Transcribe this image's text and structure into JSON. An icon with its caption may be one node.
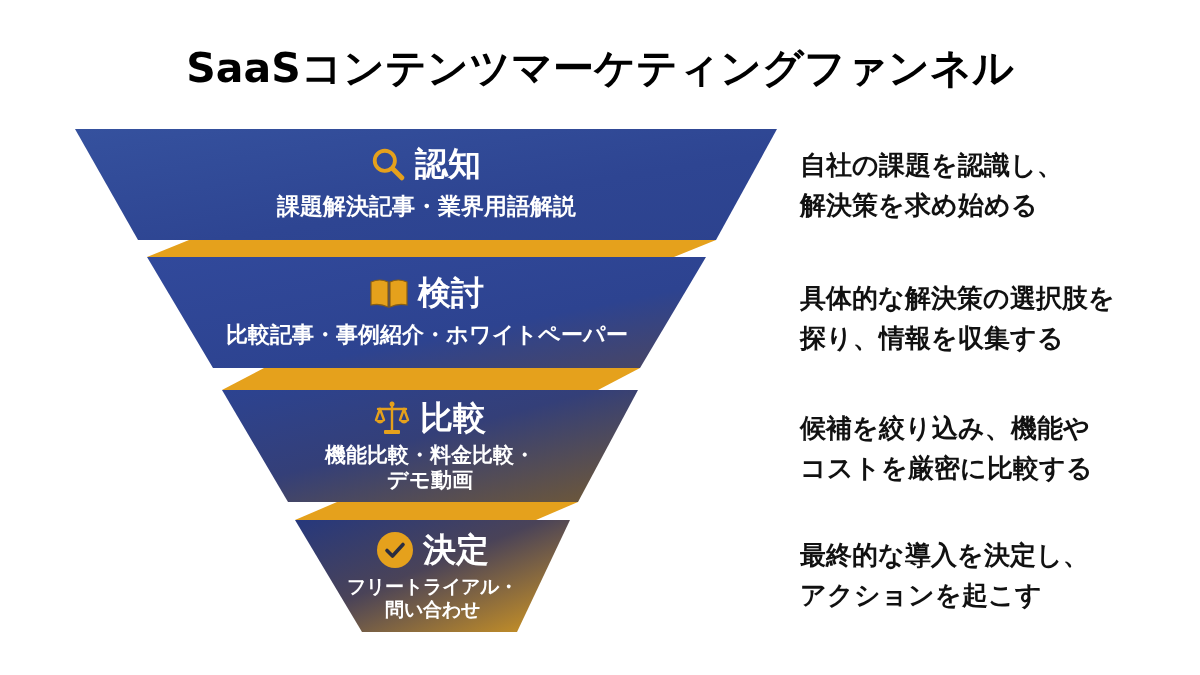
{
  "diagram": {
    "title": "SaaSコンテンツマーケティングファンネル",
    "nodes": [
      {
        "text": [
          "認知",
          "課題解決記事・業界用語解説"
        ]
      },
      {
        "text": [],
        "shape": "bar"
      },
      {
        "text": [
          "検討",
          "比較記事・事例紹介・ホワイトペーパー"
        ]
      },
      {
        "text": [],
        "shape": "bar"
      },
      {
        "text": [
          "比較",
          "機能比較・料金比較・デモ動画"
        ]
      },
      {
        "text": [],
        "shape": "bar"
      },
      {
        "text": [
          "決定",
          "フリートライアル・問い合わせ"
        ]
      }
    ],
    "labels": [
      "自社の課題を認識し、解決策を求め始める",
      "具体的な解決策の選択肢を探り、情報を収集する",
      "候補を絞り込み、機能やコストを厳密に比較する",
      "最終的な導入を決定し、アクションを起こす"
    ]
  }
}
